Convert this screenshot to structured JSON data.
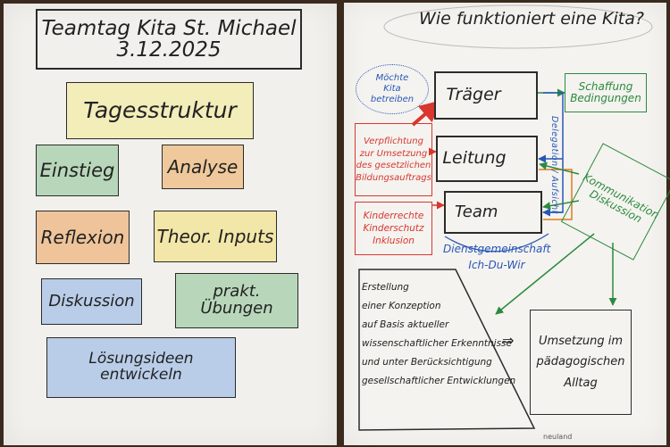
{
  "left_board": {
    "title_line1": "Teamtag Kita St. Michael",
    "title_line2": "3.12.2025",
    "tagesstruktur": "Tagesstruktur",
    "einstieg": "Einstieg",
    "analyse": "Analyse",
    "reflexion": "Reflexion",
    "theor_inputs": "Theor. Inputs",
    "diskussion": "Diskussion",
    "prakt_uebungen": "prakt. Übungen",
    "loesungsideen": "Lösungsideen entwickeln"
  },
  "right_board": {
    "title": "Wie funktioniert eine Kita?",
    "moechte": [
      "Möchte",
      "Kita",
      "betreiben"
    ],
    "traeger": "Träger",
    "leitung": "Leitung",
    "team": "Team",
    "schaffung": [
      "Schaffung",
      "Bedingungen"
    ],
    "delegation": "Delegation / Aufsicht",
    "verpflichtung": [
      "Verpflichtung",
      "zur Umsetzung",
      "des gesetzlichen",
      "Bildungsauftrags"
    ],
    "kinderrechte": [
      "Kinderrechte",
      "Kinderschutz",
      "Inklusion"
    ],
    "dienstgemeinschaft": "Dienstgemeinschaft",
    "ich_du_wir": "Ich-Du-Wir",
    "kommunikation": [
      "Kommunikation",
      "Diskussion"
    ],
    "erstellung": [
      "Erstellung",
      "einer Konzeption",
      "auf Basis aktueller",
      "wissenschaftlicher Erkenntnisse",
      "und unter Berücksichtigung",
      "gesellschaftlicher Entwicklungen"
    ],
    "implies": "⇒",
    "umsetzung": [
      "Umsetzung im",
      "pädagogischen",
      "Alltag"
    ],
    "brand": "neuland"
  },
  "colors": {
    "red": "#d9362f",
    "blue": "#2856b8",
    "green": "#2b8a3e",
    "yellow_card": "#f2edb9",
    "green_card": "#b8d7ba",
    "orange_card": "#efc99b",
    "blue_card": "#b9cde8"
  }
}
